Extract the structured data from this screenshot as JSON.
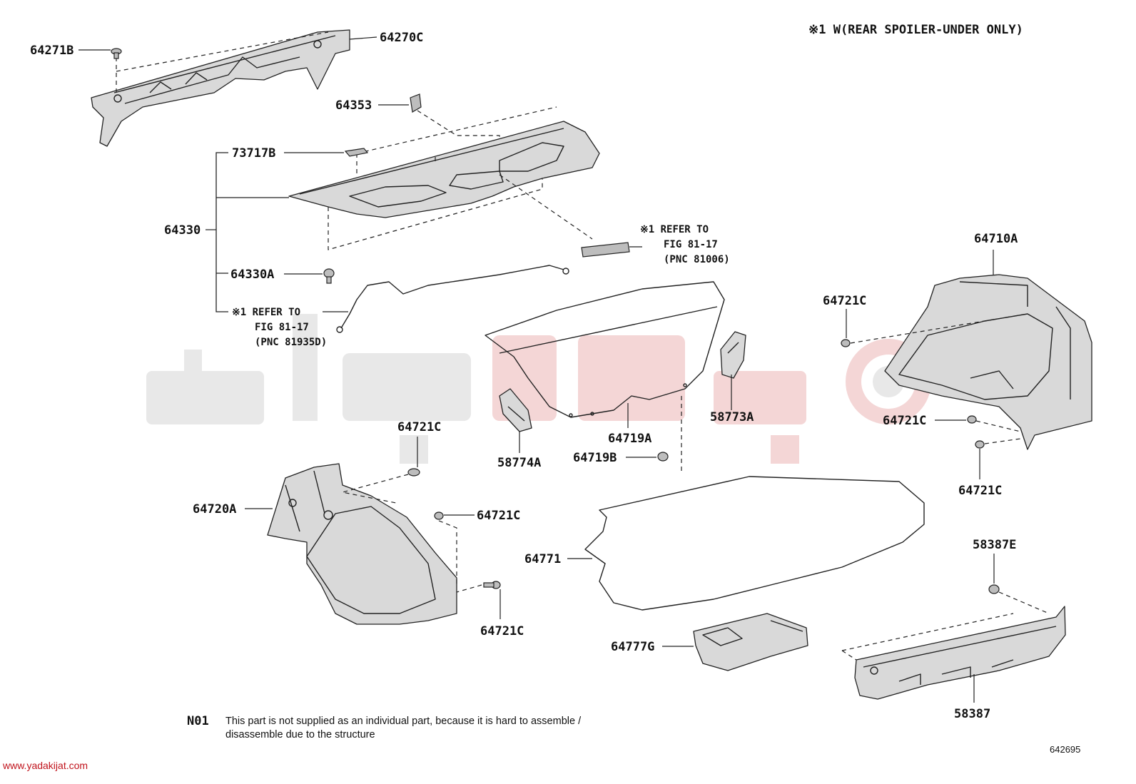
{
  "header_note": "※1 W(REAR SPOILER-UNDER ONLY)",
  "labels": {
    "p64271B": "64271B",
    "p64270C": "64270C",
    "p64353": "64353",
    "p73717B": "73717B",
    "p64330": "64330",
    "p64330A": "64330A",
    "p64710A": "64710A",
    "p64721C_a": "64721C",
    "p64721C_b": "64721C",
    "p64721C_c": "64721C",
    "p64721C_d": "64721C",
    "p64721C_e": "64721C",
    "p64721C_f": "64721C",
    "p64719A": "64719A",
    "p64719B": "64719B",
    "p58773A": "58773A",
    "p58774A": "58774A",
    "p64720A": "64720A",
    "p64771": "64771",
    "p64777G": "64777G",
    "p58387E": "58387E",
    "p58387": "58387"
  },
  "refer_upper": {
    "line1": "※1 REFER TO",
    "line2": "FIG 81-17",
    "line3": "(PNC 81006)"
  },
  "refer_lower": {
    "line1": "※1 REFER TO",
    "line2": "FIG 81-17",
    "line3": "(PNC 81935D)"
  },
  "footnote": {
    "code": "N01",
    "line1": "This part is not supplied as an individual part, because it is hard to assemble /",
    "line2": "disassemble due to the structure"
  },
  "illustration_id": "642695",
  "website": "www.yadakijat.com",
  "colors": {
    "ink": "#111111",
    "watermark_gray": "#e8e8e8",
    "watermark_red": "#f4d6d6",
    "website_red": "#c0121b"
  }
}
